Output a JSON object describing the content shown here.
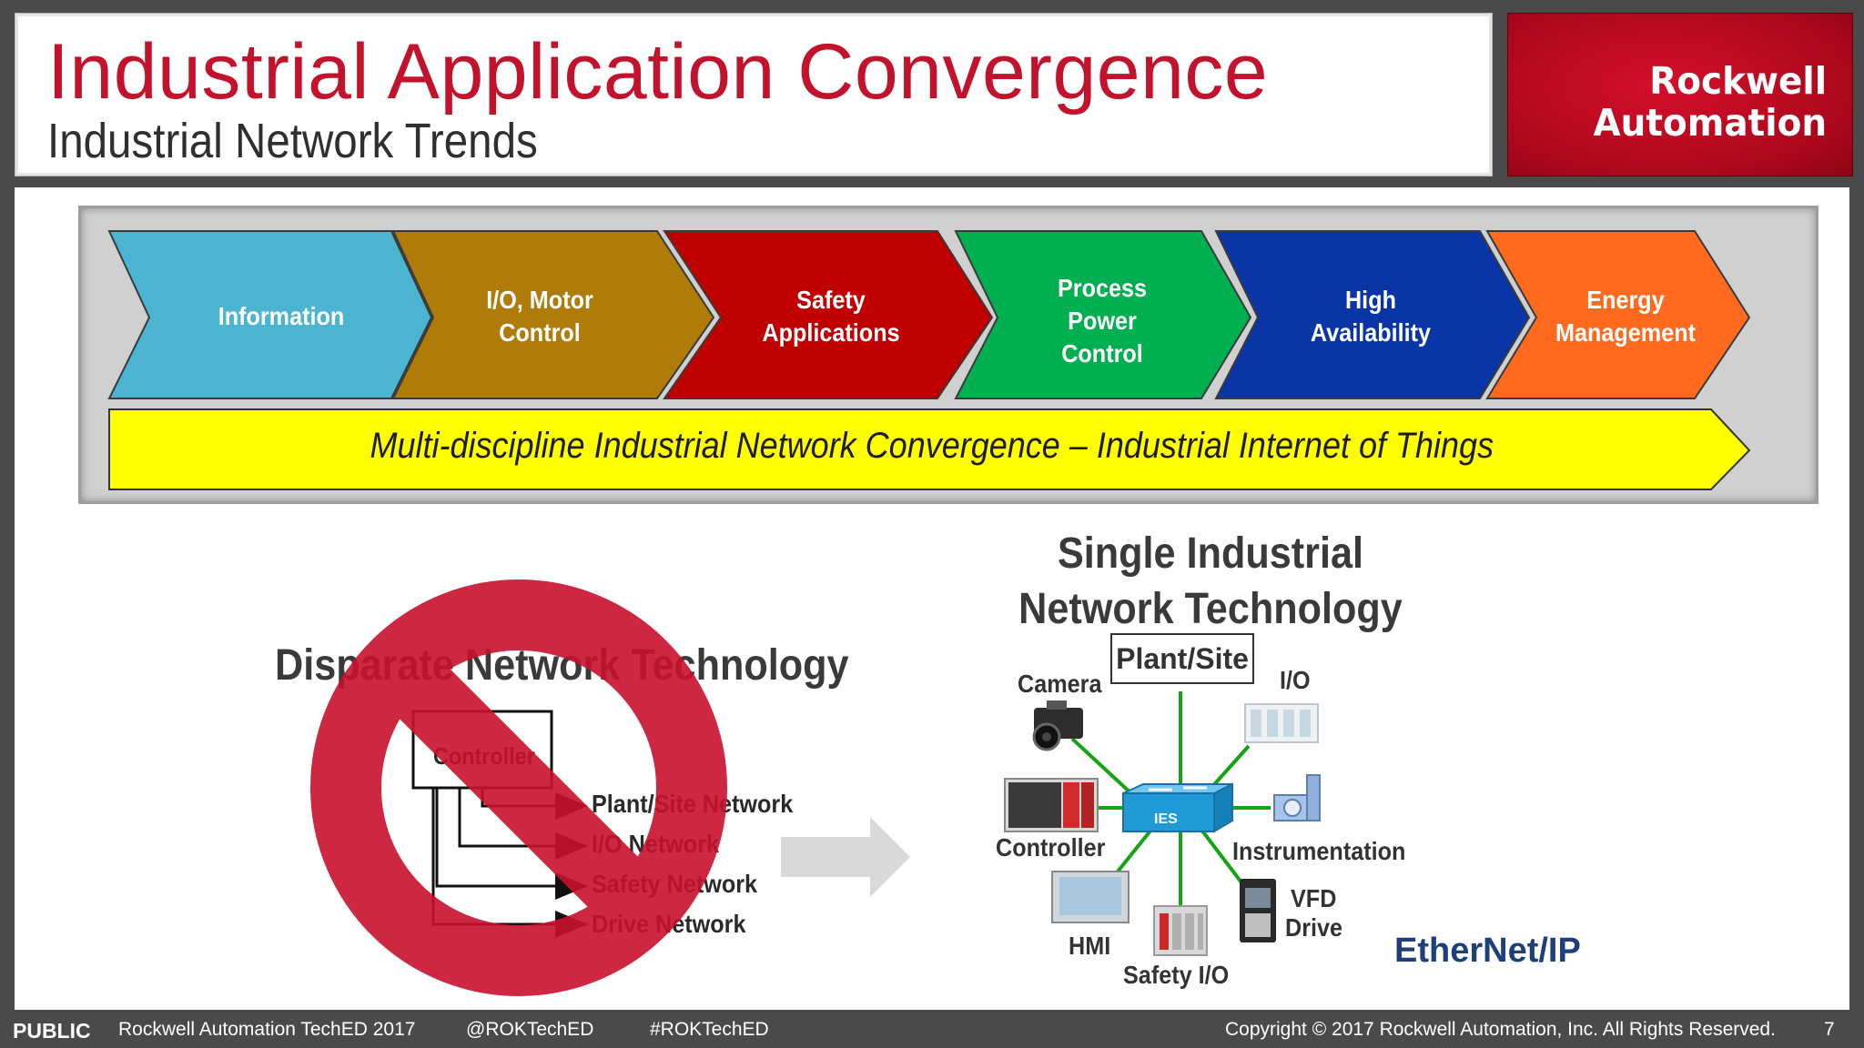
{
  "header": {
    "title": "Industrial Application Convergence",
    "subtitle": "Industrial Network Trends",
    "logo_line1": "Rockwell",
    "logo_line2": "Automation",
    "accent_color": "#c3122c"
  },
  "chevrons": [
    {
      "lines": [
        "Information"
      ],
      "color": "#4bb4d1"
    },
    {
      "lines": [
        "I/O, Motor",
        "Control"
      ],
      "color": "#b07c09"
    },
    {
      "lines": [
        "Safety",
        "Applications"
      ],
      "color": "#c00000"
    },
    {
      "lines": [
        "Process",
        "Power",
        "Control"
      ],
      "color": "#00b050"
    },
    {
      "lines": [
        "High",
        "Availability"
      ],
      "color": "#0a35a6"
    },
    {
      "lines": [
        "Energy",
        "Management"
      ],
      "color": "#ff6a1f"
    }
  ],
  "convergence_banner": {
    "text": "Multi-discipline Industrial Network Convergence – Industrial Internet of Things",
    "color": "#ffff00"
  },
  "disparate": {
    "title": "Disparate Network Technology",
    "controller_label": "Controller",
    "networks": [
      "Plant/Site Network",
      "I/O Network",
      "Safety Network",
      "Drive Network"
    ],
    "prohibit_color": "#c8102e"
  },
  "single": {
    "title_line1": "Single Industrial",
    "title_line2": "Network Technology",
    "hub_label": "Plant/Site",
    "switch_label": "IES",
    "devices": {
      "camera": "Camera",
      "io": "I/O",
      "controller": "Controller",
      "instrumentation": "Instrumentation",
      "vfd_line1": "VFD",
      "vfd_line2": "Drive",
      "hmi": "HMI",
      "safety_io": "Safety I/O"
    },
    "link_color": "#16a316"
  },
  "ethernet_ip_logo": "EtherNet/IP",
  "footer": {
    "classification": "PUBLIC",
    "event": "Rockwell Automation TechED 2017",
    "handle": "@ROKTechED",
    "hashtag": "#ROKTechED",
    "copyright": "Copyright © 2017 Rockwell Automation, Inc. All Rights Reserved.",
    "page_number": "7"
  }
}
